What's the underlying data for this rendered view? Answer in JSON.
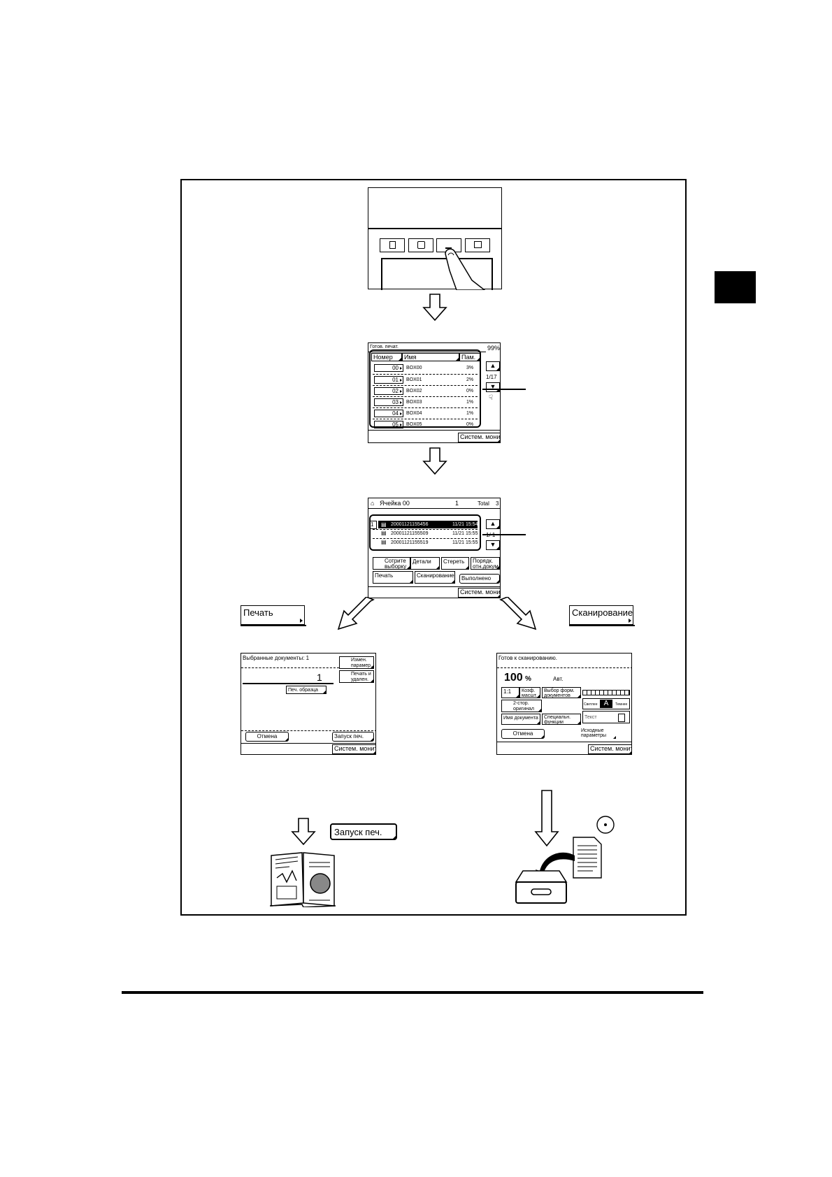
{
  "screen2": {
    "header_left": "Готов. печат.",
    "pct": "99%",
    "col_num": "Номер",
    "col_name": "Имя",
    "col_used": "Пам.",
    "rows": [
      {
        "num": "00",
        "name": "BOX00",
        "pct": "3%"
      },
      {
        "num": "01",
        "name": "BOX01",
        "pct": "2%"
      },
      {
        "num": "02",
        "name": "BOX02",
        "pct": "0%"
      },
      {
        "num": "03",
        "name": "BOX03",
        "pct": "1%"
      },
      {
        "num": "04",
        "name": "BOX04",
        "pct": "1%"
      },
      {
        "num": "05",
        "name": "BOX05",
        "pct": "0%"
      }
    ],
    "page": "1/17",
    "monitor": "Систем. монитор"
  },
  "screen3": {
    "title": "Ячейка 00",
    "count": "1",
    "total": "Total",
    "total_num": "3",
    "docs": [
      {
        "idx": "1",
        "name": "20001121155456",
        "time": "11/21 15:54"
      },
      {
        "idx": "",
        "name": "20001121155509",
        "time": "11/21 15:55"
      },
      {
        "idx": "",
        "name": "20001121155519",
        "time": "11/21 15:55"
      }
    ],
    "page": "1/ 1",
    "btn_clear_sel": "Сотрите выборку",
    "btn_details": "Детали",
    "btn_erase": "Стереть",
    "btn_order": "Порядк. отн.докум",
    "btn_print": "Печать",
    "btn_scan": "Сканирование",
    "btn_done": "Выполнено",
    "monitor": "Систем. монитор"
  },
  "callout_print": "Печать",
  "callout_scan": "Сканирование",
  "screen4": {
    "selected": "Выбранные документы: 1",
    "opt1": "Измен. парамер.",
    "opt2": "Печать и удален.",
    "copies": "1",
    "sample": "Печ. образца",
    "cancel": "Отмена",
    "start": "Запуск печ.",
    "monitor": "Систем. монитор"
  },
  "screen5": {
    "ready": "Готов к сканированию.",
    "zoom": "100",
    "zoom_unit": "%",
    "auto": "Авт.",
    "btn_11": "1:1",
    "btn_zoom": "Коэф. масшт.",
    "btn_docsize": "Выбор форм. документов",
    "twoside": "2-стор. оригинал",
    "light": "Светлее",
    "dark": "Темнее",
    "type_a": "A",
    "text": "Текст",
    "docname": "Имя документа",
    "special": "Специальн. функции",
    "cancel": "Отмена",
    "defaults": "Исходные параметры",
    "monitor": "Систем. монитор"
  },
  "start_button": "Запуск печ."
}
